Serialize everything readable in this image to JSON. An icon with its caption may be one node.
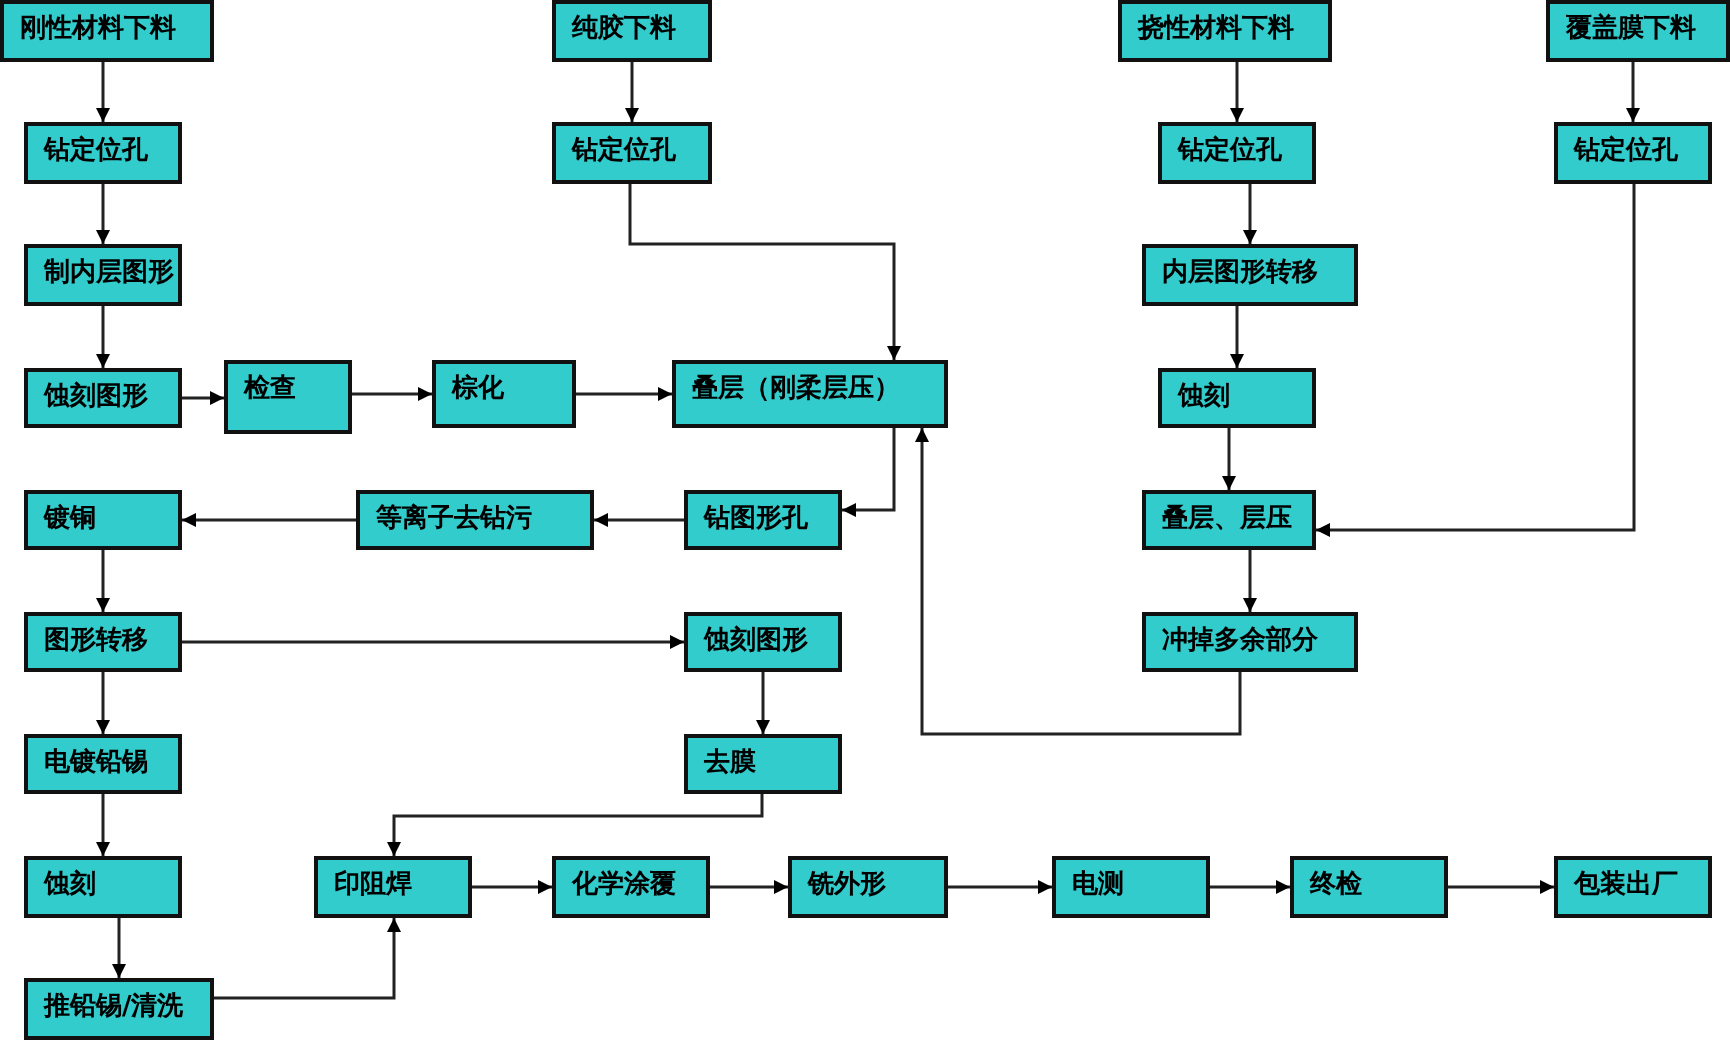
{
  "diagram": {
    "nodes": [
      {
        "text": [
          "刚性材料下料"
        ]
      },
      {
        "text": [
          "纯胶下料"
        ]
      },
      {
        "text": [
          "挠性材料下料"
        ]
      },
      {
        "text": [
          "覆盖膜下料"
        ]
      },
      {
        "text": [
          "钻定位孔"
        ]
      },
      {
        "text": [
          "钻定位孔"
        ]
      },
      {
        "text": [
          "钻定位孔"
        ]
      },
      {
        "text": [
          "钻定位孔"
        ]
      },
      {
        "text": [
          "制内层图形"
        ]
      },
      {
        "text": [
          "内层图形转移"
        ]
      },
      {
        "text": [
          "蚀刻图形"
        ]
      },
      {
        "text": [
          "检查"
        ]
      },
      {
        "text": [
          "棕化"
        ]
      },
      {
        "text": [
          "叠层（刚柔层压）"
        ]
      },
      {
        "text": [
          "蚀刻"
        ]
      },
      {
        "text": [
          "镀铜"
        ]
      },
      {
        "text": [
          "等离子去钻污"
        ]
      },
      {
        "text": [
          "钻图形孔"
        ]
      },
      {
        "text": [
          "叠层、层压"
        ]
      },
      {
        "text": [
          "图形转移"
        ]
      },
      {
        "text": [
          "蚀刻图形"
        ]
      },
      {
        "text": [
          "冲掉多余部分"
        ]
      },
      {
        "text": [
          "电镀铅锡"
        ]
      },
      {
        "text": [
          "去膜"
        ]
      },
      {
        "text": [
          "蚀刻"
        ]
      },
      {
        "text": [
          "印阻焊"
        ]
      },
      {
        "text": [
          "化学涂覆"
        ]
      },
      {
        "text": [
          "铣外形"
        ]
      },
      {
        "text": [
          "电测"
        ]
      },
      {
        "text": [
          "终检"
        ]
      },
      {
        "text": [
          "包装出厂"
        ]
      },
      {
        "text": [
          "推铅锡/清洗"
        ]
      }
    ],
    "edges": [
      {
        "from": 0,
        "to": 4,
        "arrow": "to"
      },
      {
        "from": 4,
        "to": 8,
        "arrow": "to"
      },
      {
        "from": 8,
        "to": 10,
        "arrow": "to"
      },
      {
        "from": 10,
        "to": 11,
        "arrow": "to"
      },
      {
        "from": 11,
        "to": 12,
        "arrow": "to"
      },
      {
        "from": 12,
        "to": 13,
        "arrow": "to"
      },
      {
        "from": 1,
        "to": 5,
        "arrow": "to"
      },
      {
        "from": 5,
        "to": 13,
        "arrow": "to"
      },
      {
        "from": 13,
        "to": 17,
        "arrow": "to"
      },
      {
        "from": 17,
        "to": 16,
        "arrow": "to"
      },
      {
        "from": 16,
        "to": 15,
        "arrow": "to"
      },
      {
        "from": 15,
        "to": 19,
        "arrow": "to"
      },
      {
        "from": 19,
        "to": 20,
        "arrow": "to"
      },
      {
        "from": 19,
        "to": 22,
        "arrow": "to"
      },
      {
        "from": 22,
        "to": 24,
        "arrow": "to"
      },
      {
        "from": 24,
        "to": 31,
        "arrow": "to"
      },
      {
        "from": 31,
        "to": 25,
        "arrow": "to"
      },
      {
        "from": 20,
        "to": 23,
        "arrow": "to"
      },
      {
        "from": 23,
        "to": 25,
        "arrow": "to"
      },
      {
        "from": 25,
        "to": 26,
        "arrow": "to"
      },
      {
        "from": 26,
        "to": 27,
        "arrow": "to"
      },
      {
        "from": 27,
        "to": 28,
        "arrow": "to"
      },
      {
        "from": 28,
        "to": 29,
        "arrow": "to"
      },
      {
        "from": 29,
        "to": 30,
        "arrow": "to"
      },
      {
        "from": 2,
        "to": 6,
        "arrow": "to"
      },
      {
        "from": 6,
        "to": 9,
        "arrow": "to"
      },
      {
        "from": 9,
        "to": 14,
        "arrow": "to"
      },
      {
        "from": 14,
        "to": 18,
        "arrow": "to"
      },
      {
        "from": 3,
        "to": 7,
        "arrow": "to"
      },
      {
        "from": 7,
        "to": 18,
        "arrow": "to"
      },
      {
        "from": 18,
        "to": 21,
        "arrow": "to"
      },
      {
        "from": 21,
        "to": 13,
        "arrow": "to"
      }
    ]
  }
}
